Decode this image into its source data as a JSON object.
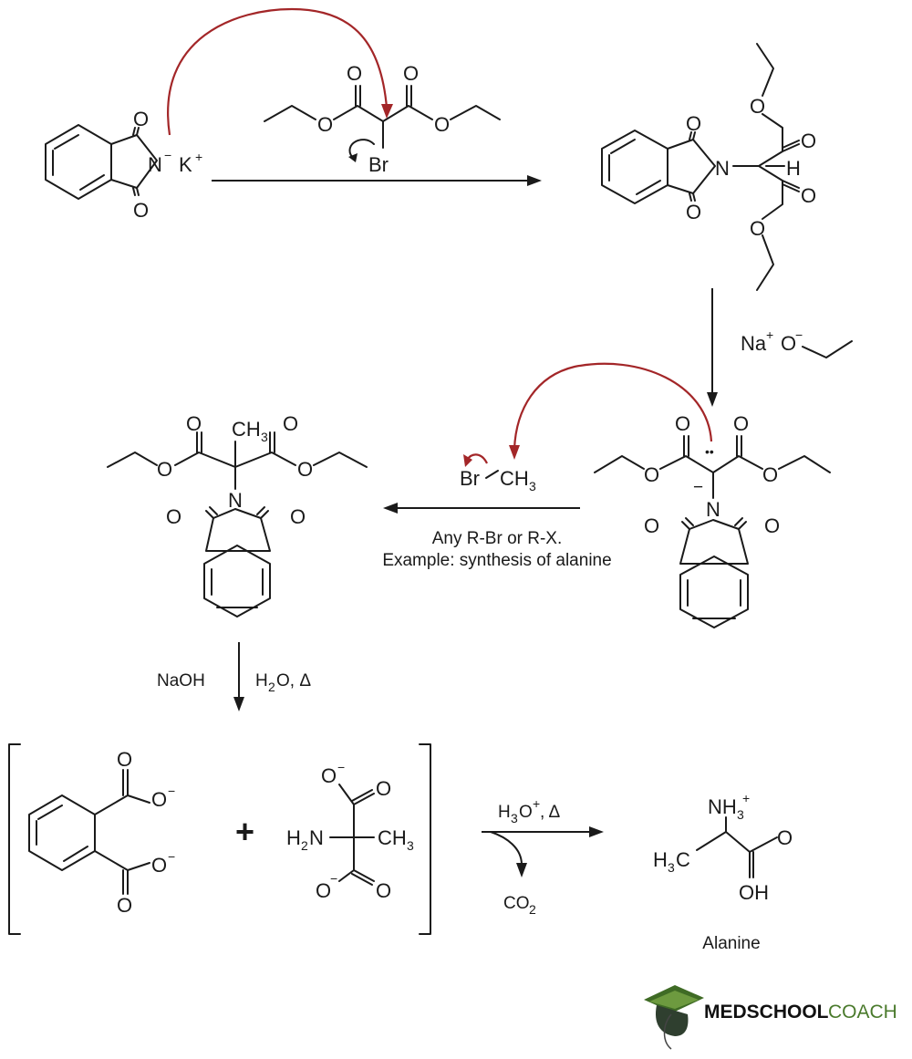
{
  "labels": {
    "phthalimide_O_top": "O",
    "phthalimide_N": "N",
    "phthalimide_charge": "−",
    "potassium": "K",
    "potassium_charge": "+",
    "phthalimide_O_bottom": "O",
    "malonate_O1": "O",
    "malonate_O2": "O",
    "malonate_O3": "O",
    "malonate_O4": "O",
    "malonate_Br": "Br",
    "product1_O_a": "O",
    "product1_O_b": "O",
    "product1_N": "N",
    "product1_H": "H",
    "product1_O_c": "O",
    "product1_O_d": "O",
    "product1_O_e": "O",
    "product1_O_f": "O",
    "base_Na": "Na",
    "base_Na_charge": "+",
    "base_O": "O",
    "base_O_charge": "−",
    "enolate_O1": "O",
    "enolate_O2": "O",
    "enolate_O3": "O",
    "enolate_O4": "O",
    "enolate_lone_pair": "••",
    "enolate_charge": "−",
    "enolate_N": "N",
    "enolate_O5": "O",
    "enolate_O6": "O",
    "alkyl_Br": "Br",
    "alkyl_CH3": "CH",
    "alkyl_CH3_sub": "3",
    "methylated_CH3": "CH",
    "methylated_CH3_sub": "3",
    "methylated_O1": "O",
    "methylated_O2": "O",
    "methylated_O3": "O",
    "methylated_O4": "O",
    "methylated_N": "N",
    "methylated_O5": "O",
    "methylated_O6": "O",
    "phthalate_O1": "O",
    "phthalate_O1_charge": "−",
    "phthalate_O2": "O",
    "phthalate_O3": "O",
    "phthalate_O3_charge": "−",
    "phthalate_O4": "O",
    "plus_sign": "+",
    "malonate_anion_O1": "O",
    "malonate_anion_O1_charge": "−",
    "malonate_anion_O2": "O",
    "malonate_anion_H2N": "H",
    "malonate_anion_H2N_sub": "2",
    "malonate_anion_N": "N",
    "malonate_anion_CH3": "CH",
    "malonate_anion_CH3_sub": "3",
    "malonate_anion_O3": "O",
    "malonate_anion_O3_charge": "−",
    "malonate_anion_O4": "O",
    "alanine_NH3": "NH",
    "alanine_NH3_sub": "3",
    "alanine_NH3_charge": "+",
    "alanine_H3C": "H",
    "alanine_H3C_sub": "3",
    "alanine_H3C_C": "C",
    "alanine_O": "O",
    "alanine_OH": "OH"
  },
  "conditions": {
    "alkylation_line1": "Any R-Br or R-X.",
    "alkylation_line2": "Example: synthesis of alanine",
    "hydrolysis_base": "NaOH",
    "hydrolysis_water": "H",
    "hydrolysis_water_sub": "2",
    "hydrolysis_water_rest": "O, Δ",
    "acid_H3O": "H",
    "acid_H3O_sub": "3",
    "acid_H3O_O": "O",
    "acid_H3O_charge": "+",
    "acid_rest": ", Δ",
    "co2": "CO",
    "co2_sub": "2"
  },
  "product_name": "Alanine",
  "logo": {
    "part1": "MEDSCHOOL",
    "part2": "COACH"
  },
  "colors": {
    "curved_arrow": "#a32628",
    "logo_green": "#4a7a2c",
    "ink": "#1a1a1a"
  }
}
